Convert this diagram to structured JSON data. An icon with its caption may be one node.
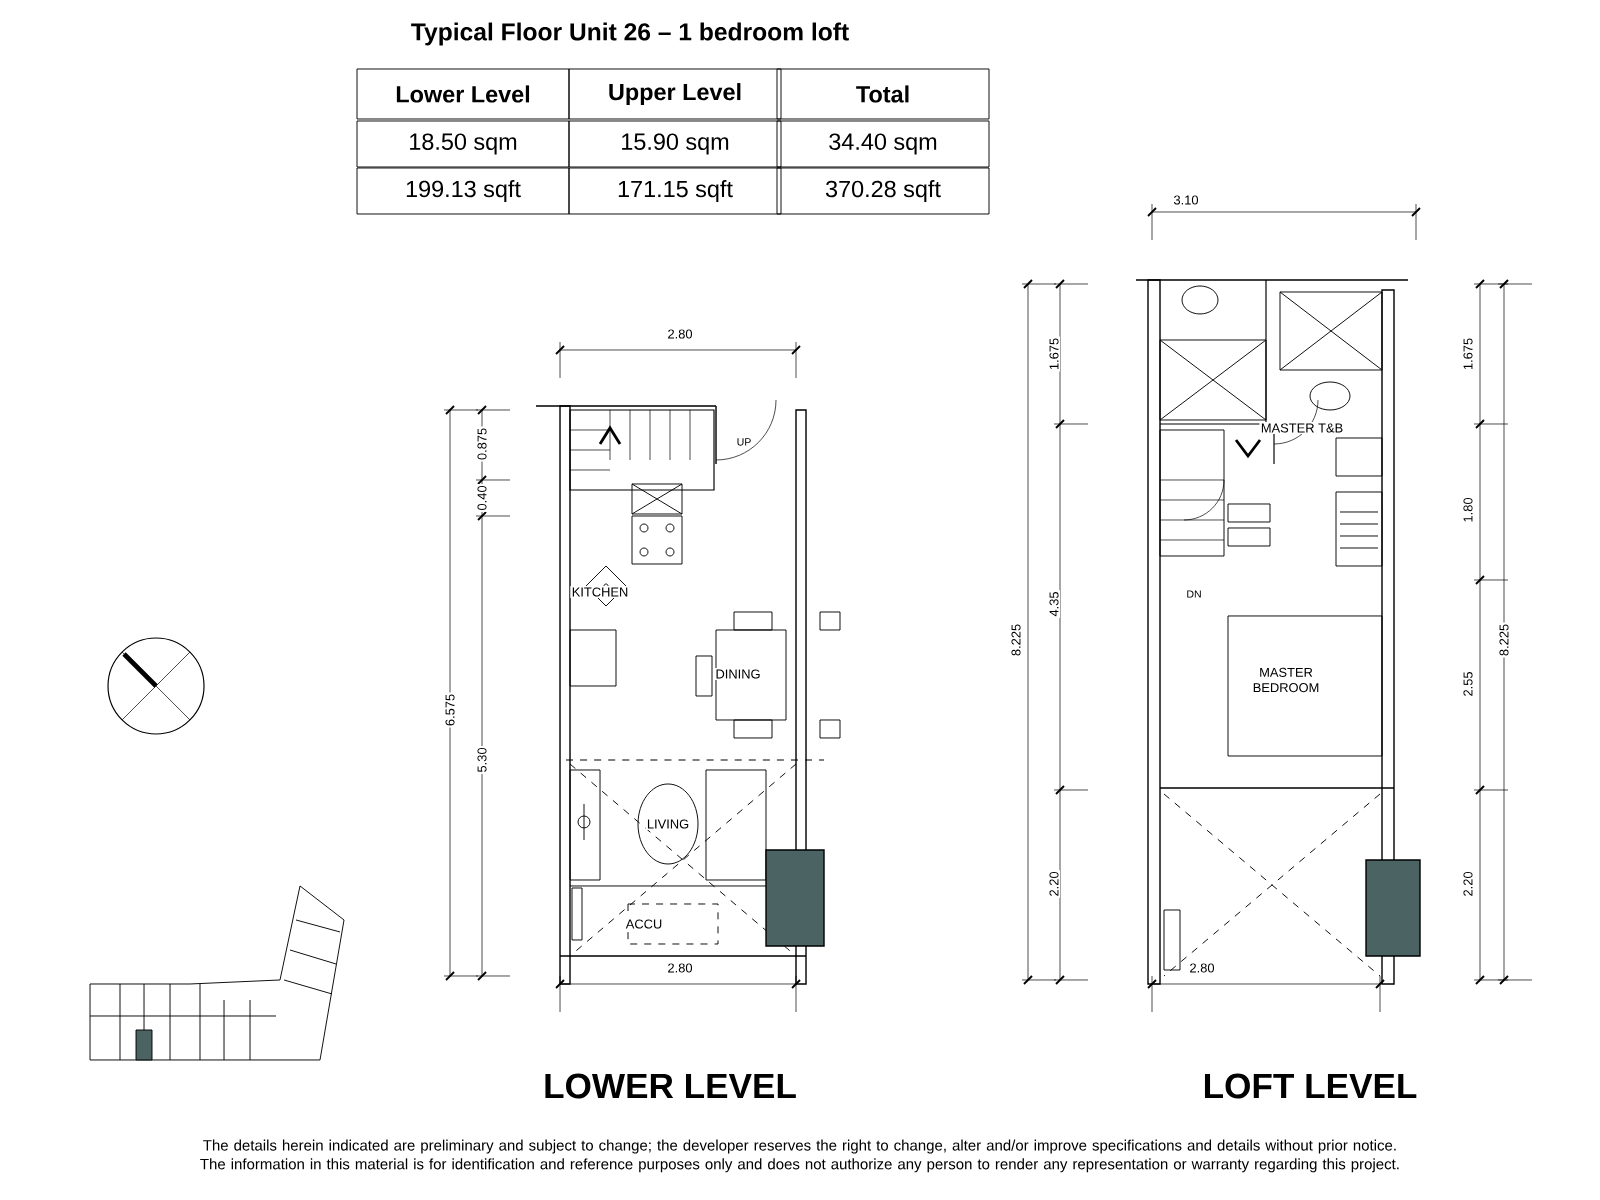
{
  "diagram": {
    "title": "Typical Floor Unit 26 – 1 bedroom loft",
    "labels": [
      "Lower Level",
      "Upper Level",
      "Total",
      "18.50 sqm",
      "15.90 sqm",
      "34.40 sqm",
      "199.13 sqft",
      "171.15 sqft",
      "370.28 sqft",
      "3.10",
      "1.675",
      "1.675",
      "2.80",
      "0.875",
      "UP",
      "MASTER T&B",
      "0.40",
      "1.80",
      "4.35",
      "KITCHEN",
      "DN",
      "8.225",
      "8.225",
      "6.575",
      "DINING",
      "MASTER BEDROOM",
      "2.55",
      "5.30",
      "LIVING",
      "2.20",
      "2.20",
      "ACCU",
      "2.80",
      "2.80",
      "LOWER LEVEL",
      "LOFT LEVEL",
      "The details herein indicated are preliminary and subject to change; the developer reserves the right to change, alter and/or improve specifications and details without prior notice. The information in this material is for identification and reference purposes only and does not authorize any person to render any representation or warranty regarding this project."
    ]
  }
}
